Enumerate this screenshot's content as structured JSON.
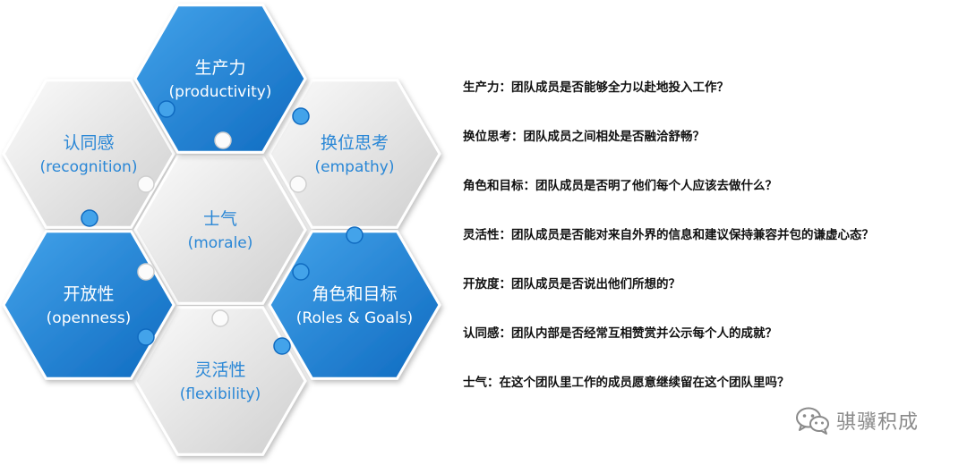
{
  "colors": {
    "blue_light": "#43a3ea",
    "blue_dark": "#0f6ac0",
    "gray_light": "#fbfbfb",
    "gray_dark": "#cfcfcf",
    "white_text": "#ffffff",
    "blue_text": "#2a87d6"
  },
  "hexagons": [
    {
      "id": "productivity",
      "title": "生产力",
      "subtitle": "(productivity)",
      "style": "blue"
    },
    {
      "id": "recognition",
      "title": "认同感",
      "subtitle": "(recognition)",
      "style": "gray"
    },
    {
      "id": "empathy",
      "title": "换位思考",
      "subtitle": "(empathy)",
      "style": "gray"
    },
    {
      "id": "morale",
      "title": "士气",
      "subtitle": "(morale)",
      "style": "gray"
    },
    {
      "id": "openness",
      "title": "开放性",
      "subtitle": "(openness)",
      "style": "blue"
    },
    {
      "id": "roles-goals",
      "title": "角色和目标",
      "subtitle": "(Roles & Goals)",
      "style": "blue"
    },
    {
      "id": "flexibility",
      "title": "灵活性",
      "subtitle": "(flexibility)",
      "style": "gray"
    }
  ],
  "descriptions": [
    "生产力：团队成员是否能够全力以赴地投入工作？",
    "换位思考：团队成员之间相处是否融洽舒畅？",
    "角色和目标：团队成员是否明了他们每个人应该去做什么？",
    "灵活性：团队成员是否能对来自外界的信息和建议保持兼容并包的谦虚心态？",
    "开放度：团队成员是否说出他们所想的？",
    "认同感：团队内部是否经常互相赞赏并公示每个人的成就？",
    "士气：在这个团队里工作的成员愿意继续留在这个团队里吗？"
  ],
  "watermark": {
    "icon": "wechat-icon",
    "text": "骐骥积成"
  }
}
